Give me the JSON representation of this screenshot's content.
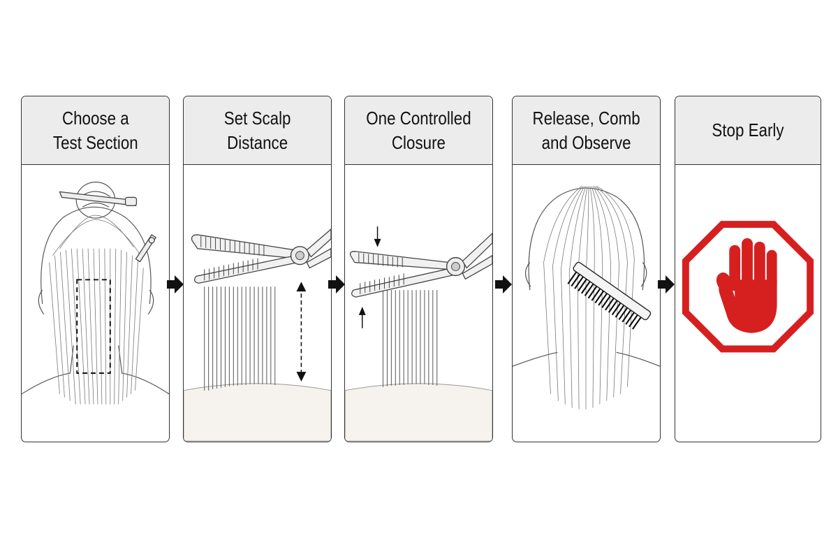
{
  "steps": [
    {
      "title": "Choose a\nTest Section",
      "icon": "hair-sectioning-clip-illustration"
    },
    {
      "title": "Set Scalp\nDistance",
      "icon": "thinning-shears-distance-illustration"
    },
    {
      "title": "One Controlled\nClosure",
      "icon": "thinning-shears-closing-illustration"
    },
    {
      "title": "Release, Comb\nand Observe",
      "icon": "combing-hair-illustration"
    },
    {
      "title": "Stop Early",
      "icon": "stop-sign-hand-icon"
    }
  ],
  "colors": {
    "header_bg": "#ececec",
    "border": "#333333",
    "stop_red": "#d62020",
    "arrow": "#111111"
  }
}
